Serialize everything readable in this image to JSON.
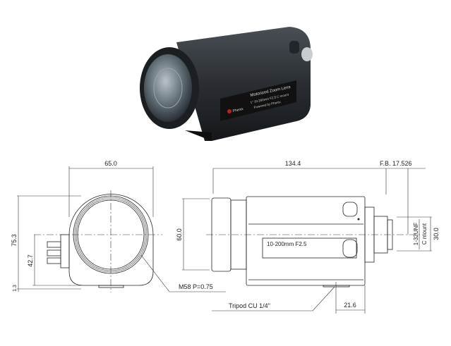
{
  "product_photo": {
    "label_title": "Motorized Zoom Lens",
    "label_line2": "1\" 10-200mm F2.5 C mount",
    "label_line3": "Powered by Phenix",
    "brand": "Phenix"
  },
  "front_view": {
    "width_dim": "65.0",
    "height_dim": "75.3",
    "axis_height_dim": "42.7",
    "foot_dim": "1.3",
    "thread_label": "M58 P=0.75"
  },
  "side_view": {
    "length_dim": "134.4",
    "flange_back": "F.B. 17.526",
    "front_dia_dim": "60.0",
    "body_label": "10-200mm F2.5",
    "mount_thread": "1-32UNF",
    "mount_type": "C mount",
    "mount_dim": "30.0",
    "tripod_label": "Tripod CU 1/4\"",
    "tripod_offset_dim": "21.6"
  }
}
